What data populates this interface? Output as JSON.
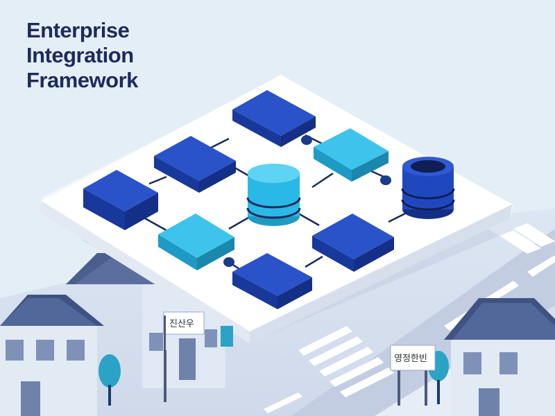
{
  "title": {
    "lines": [
      "Enterprise",
      "Integration",
      "Framework"
    ]
  },
  "signs": {
    "left": "진산우",
    "right": "영정한빈"
  },
  "colors": {
    "background": "#e4eef6",
    "title": "#1e2a5e",
    "platform": "#ffffff",
    "block_dark": "#1d45b8",
    "block_light": "#27b3e0",
    "database_dark": "#1d45b8",
    "database_light": "#27b3e0",
    "connector": "#1a2a5a",
    "house_roof": "#4a5f8e",
    "house_wall": "#dfe8f3",
    "tree": "#2aa3c6",
    "road": "#c9d3e6"
  },
  "icons": {
    "connector_node": "dot-node-icon",
    "database": "database-cylinder-icon"
  }
}
